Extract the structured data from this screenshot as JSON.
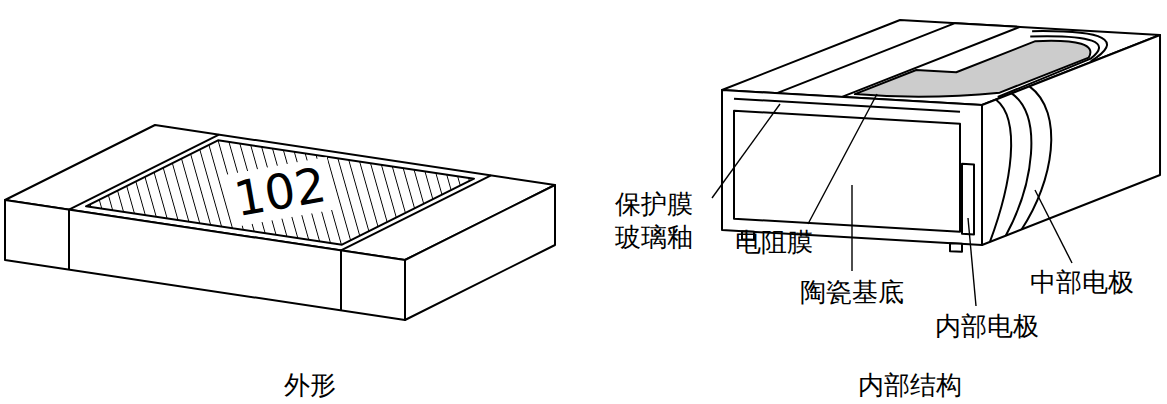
{
  "diagram": {
    "labels": [
      "102",
      "保护膜 玻璃釉",
      "电阻膜",
      "陶瓷基底",
      "中部电极",
      "内部电极",
      "外形",
      "内部结构"
    ]
  }
}
